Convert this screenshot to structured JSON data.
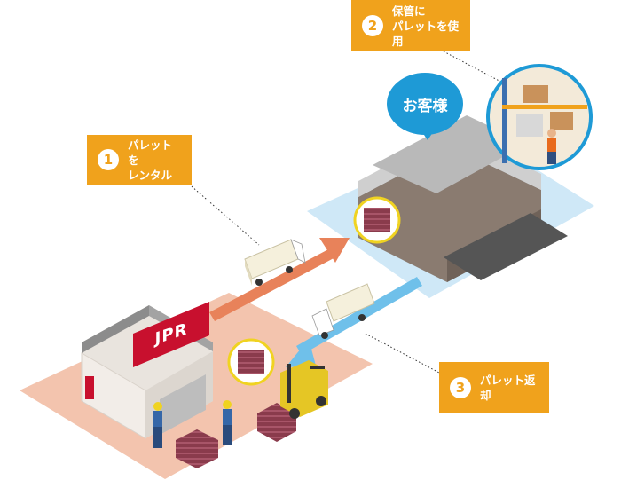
{
  "steps": [
    {
      "number": "1",
      "lines": [
        "パレットを",
        "レンタル"
      ]
    },
    {
      "number": "2",
      "lines": [
        "保管に",
        "パレットを使用"
      ]
    },
    {
      "number": "3",
      "lines": [
        "パレット返却"
      ]
    }
  ],
  "customer_label": "お客様",
  "depot_sign": "JPR",
  "colors": {
    "step_orange": "#f0a21c",
    "customer_blue": "#1e9ad6",
    "depot_ground": "#f3c4ae",
    "customer_ground": "#cfe8f7",
    "arrow_out": "#e8825a",
    "arrow_back": "#6fc0ea",
    "pallet": "#8a3b4c",
    "sign_red": "#c8102e"
  },
  "icons": [
    "pallet-icon",
    "truck-icon",
    "forklift-icon",
    "warehouse-icon",
    "worker-icon",
    "callout-dotted-line"
  ]
}
